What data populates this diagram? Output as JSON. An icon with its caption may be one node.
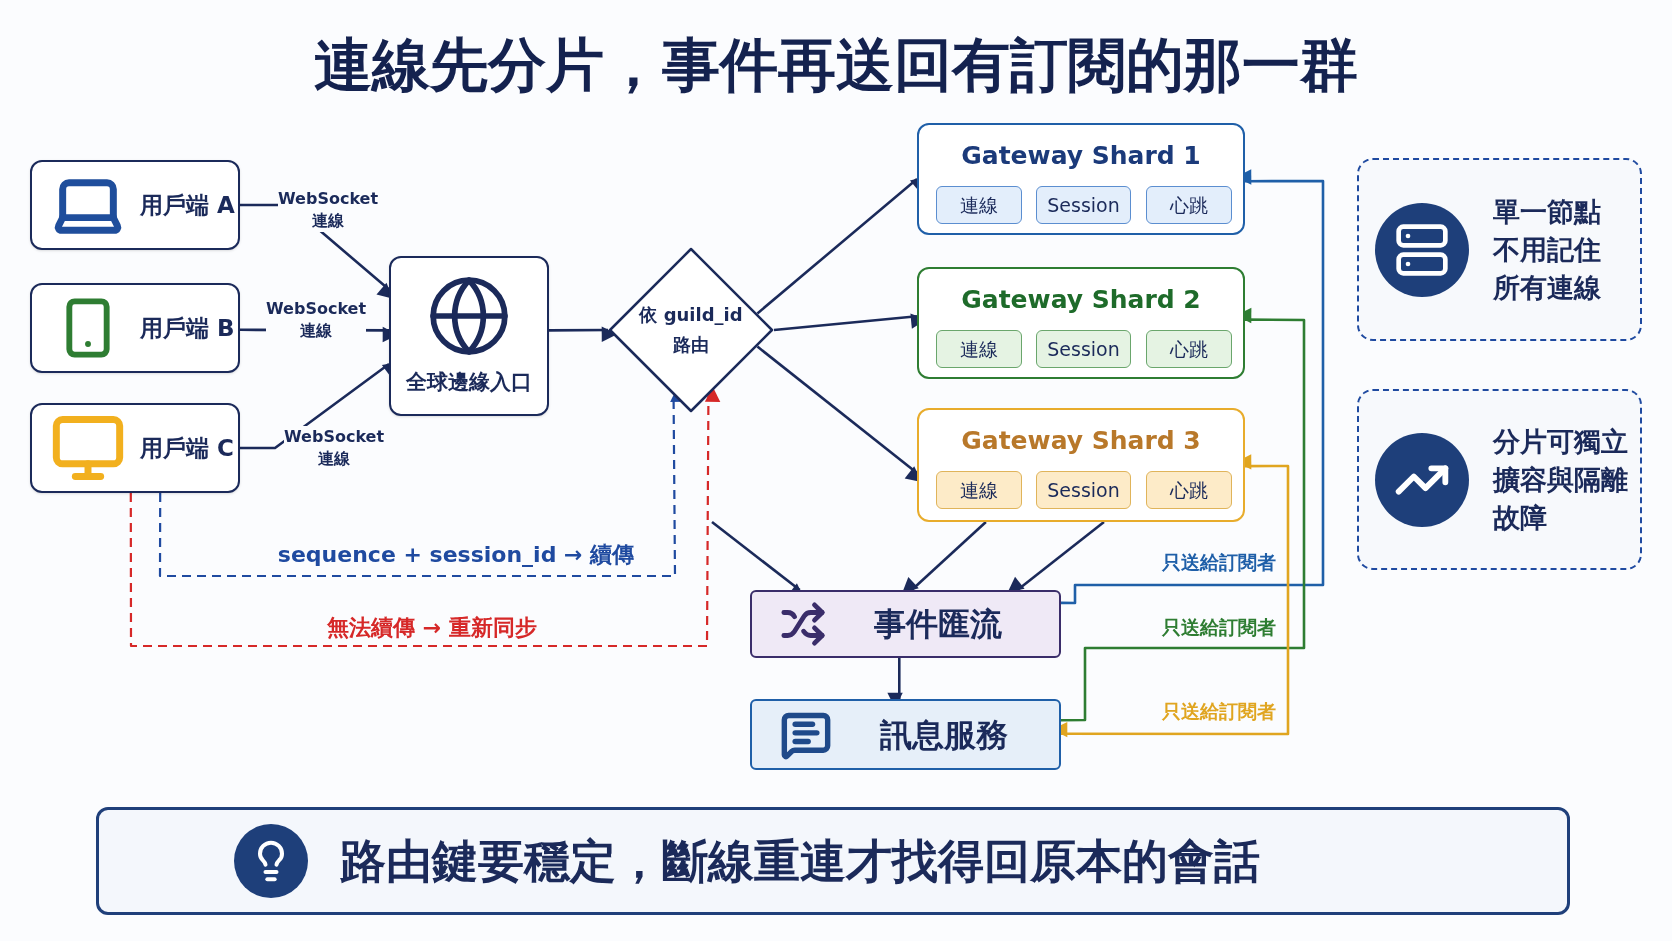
{
  "diagram": {
    "title": "連線先分片，事件再送回有訂閱的那一群",
    "nodes": [
      {
        "text": [
          "用戶端 A"
        ]
      },
      {
        "text": [
          "用戶端 B"
        ]
      },
      {
        "text": [
          "用戶端 C"
        ]
      },
      {
        "text": [
          "全球邊緣入口"
        ]
      },
      {
        "text": [
          "依 guild_id 路由"
        ]
      },
      {
        "text": [
          "Gateway Shard 1"
        ]
      },
      {
        "text": [
          "連線"
        ],
        "in": 5
      },
      {
        "text": [
          "Session"
        ],
        "in": 5
      },
      {
        "text": [
          "心跳"
        ],
        "in": 5
      },
      {
        "text": [
          "Gateway Shard 2"
        ]
      },
      {
        "text": [
          "連線"
        ],
        "in": 9
      },
      {
        "text": [
          "Session"
        ],
        "in": 9
      },
      {
        "text": [
          "心跳"
        ],
        "in": 9
      },
      {
        "text": [
          "Gateway Shard 3"
        ]
      },
      {
        "text": [
          "連線"
        ],
        "in": 13
      },
      {
        "text": [
          "Session"
        ],
        "in": 13
      },
      {
        "text": [
          "心跳"
        ],
        "in": 13
      },
      {
        "text": [
          "事件匯流"
        ]
      },
      {
        "text": [
          "訊息服務"
        ]
      },
      {
        "text": [
          "單一節點不用記住所有連線"
        ]
      },
      {
        "text": [
          "分片可獨立擴容與隔離故障"
        ]
      },
      {
        "text": [
          "路由鍵要穩定，斷線重連才找得回原本的會話"
        ]
      }
    ],
    "edges": [
      {
        "from": 0,
        "to": 3,
        "arrow": "to",
        "label": "WebSocket 連線"
      },
      {
        "from": 1,
        "to": 3,
        "arrow": "to",
        "label": "WebSocket 連線"
      },
      {
        "from": 2,
        "to": 3,
        "arrow": "to",
        "label": "WebSocket 連線"
      },
      {
        "from": 3,
        "to": 4,
        "arrow": "to"
      },
      {
        "from": 4,
        "to": 5,
        "arrow": "to"
      },
      {
        "from": 4,
        "to": 9,
        "arrow": "to"
      },
      {
        "from": 4,
        "to": 13,
        "arrow": "to"
      },
      {
        "from": null,
        "to": 17,
        "arrow": "to"
      },
      {
        "from": 13,
        "to": 17,
        "arrow": "to"
      },
      {
        "from": 13,
        "to": 17,
        "arrow": "to"
      },
      {
        "from": 17,
        "to": 18,
        "arrow": "to"
      },
      {
        "from": 17,
        "to": 5,
        "arrow": "to",
        "label": "只送給訂閱者",
        "color": "#1f5fa8"
      },
      {
        "from": 18,
        "to": 9,
        "arrow": "to",
        "label": "只送給訂閱者",
        "color": "#2e7d32"
      },
      {
        "from": 13,
        "to": 18,
        "arrow": "both",
        "label": "只送給訂閱者",
        "color": "#e0a520"
      },
      {
        "from": 2,
        "to": 4,
        "arrow": "to",
        "label": "sequence + session_id → 續傳",
        "style": "dashed",
        "color": "#1f4aa0"
      },
      {
        "from": 2,
        "to": 4,
        "arrow": "to",
        "label": "無法續傳 → 重新同步",
        "style": "dashed",
        "color": "#d62828"
      }
    ]
  }
}
